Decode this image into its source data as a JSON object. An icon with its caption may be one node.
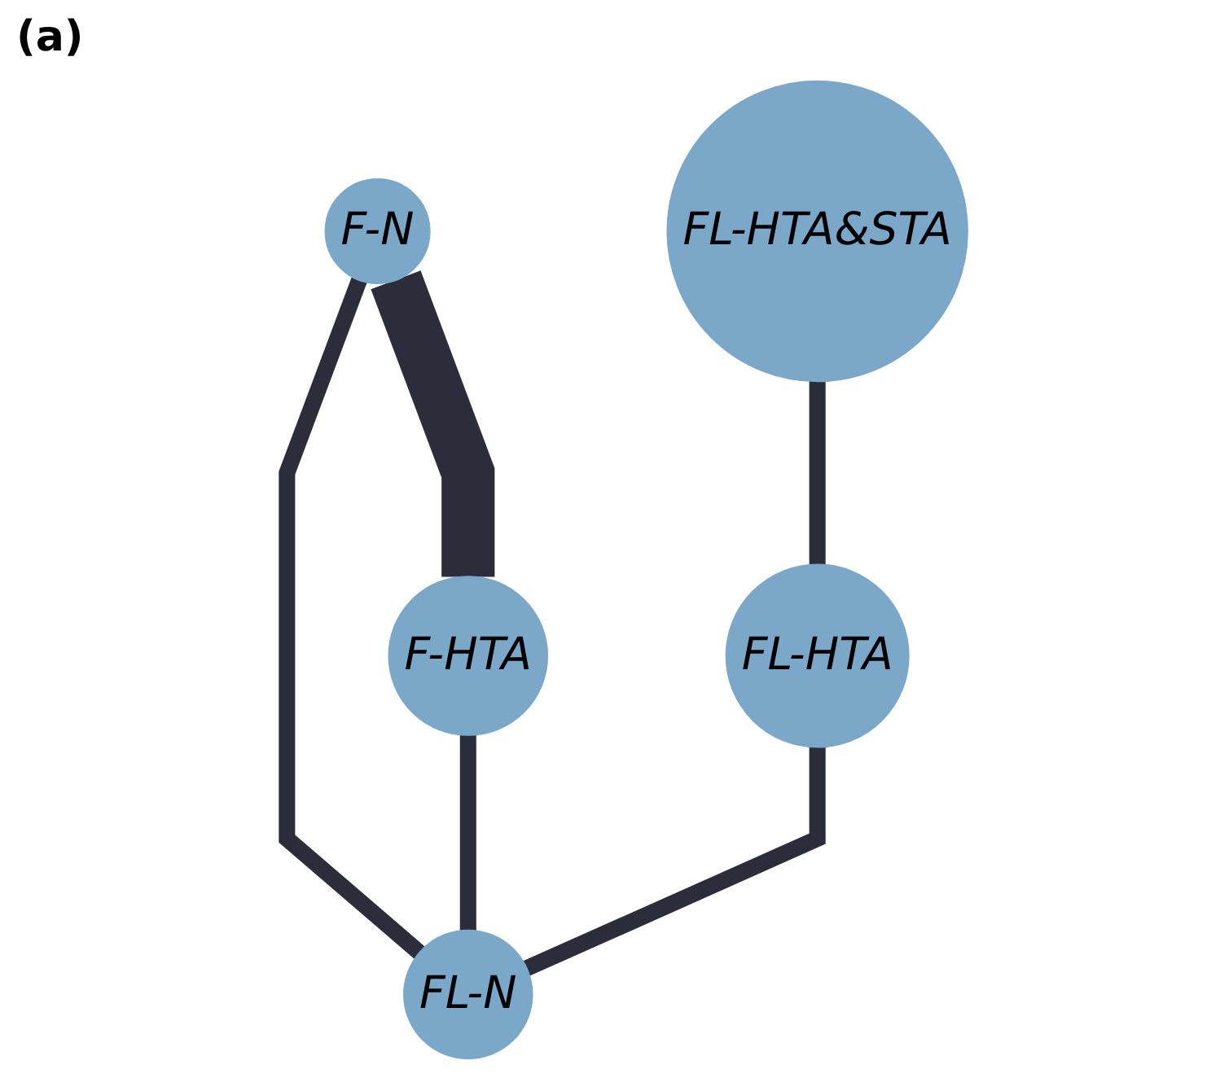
{
  "diagram": {
    "nodes": [
      {
        "text": [
          "F-N"
        ]
      },
      {
        "text": [
          "FL-HTA&STA"
        ]
      },
      {
        "text": [
          "F-HTA"
        ]
      },
      {
        "text": [
          "FL-HTA"
        ]
      },
      {
        "text": [
          "FL-N"
        ]
      }
    ],
    "edges": [
      {
        "from": 0,
        "to": 2,
        "arrow": "none",
        "style": "thick"
      },
      {
        "from": 0,
        "to": 4,
        "arrow": "none"
      },
      {
        "from": 2,
        "to": 4,
        "arrow": "none"
      },
      {
        "from": 1,
        "to": 3,
        "arrow": "none"
      },
      {
        "from": 3,
        "to": 4,
        "arrow": "none"
      }
    ],
    "labels": [
      "(a)"
    ]
  }
}
